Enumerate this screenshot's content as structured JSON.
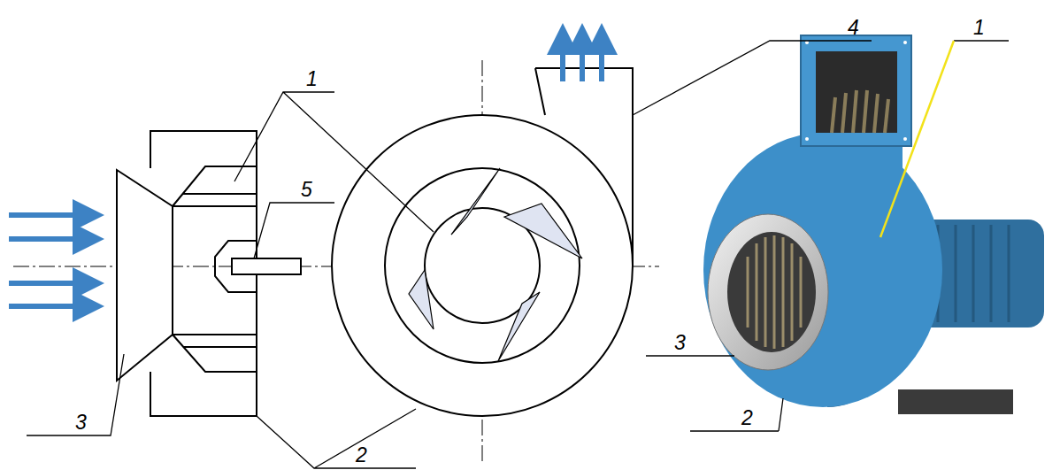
{
  "diagram": {
    "labels": [
      "4",
      "1",
      "1",
      "5",
      "3",
      "2",
      "3",
      "2"
    ]
  }
}
